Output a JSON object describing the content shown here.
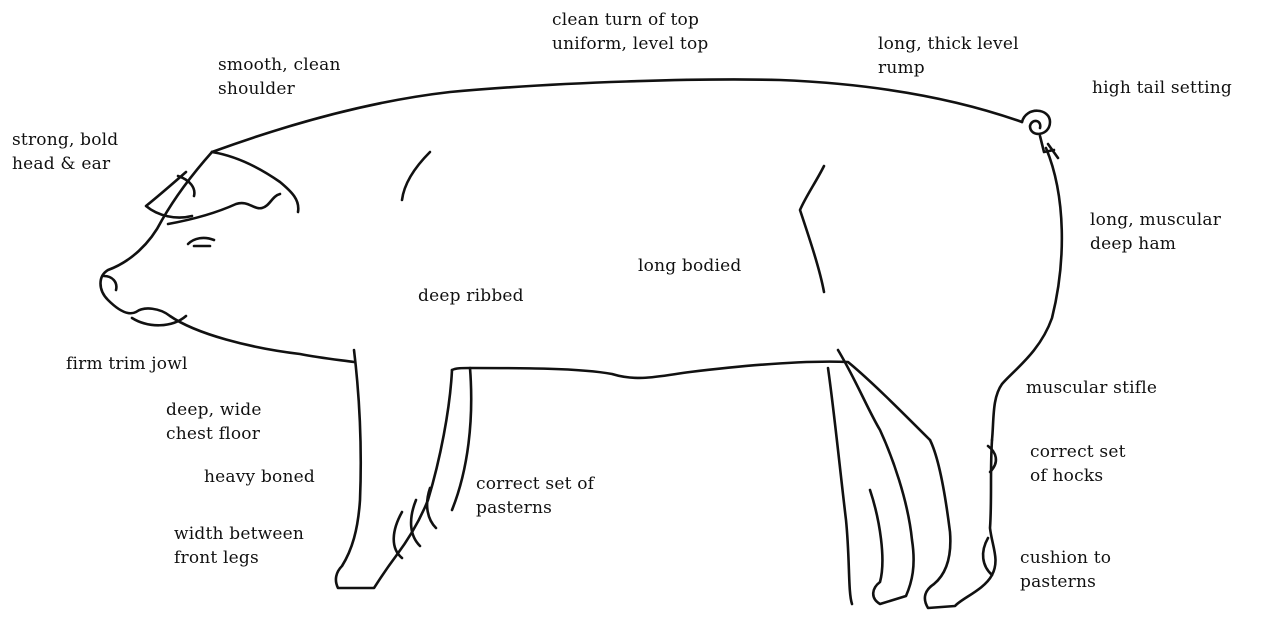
{
  "diagram": {
    "labels": {
      "top_line": [
        "clean turn of top",
        "uniform, level top"
      ],
      "shoulder": [
        "smooth, clean",
        "shoulder"
      ],
      "rump": [
        "long, thick level",
        "rump"
      ],
      "tail": [
        "high tail setting"
      ],
      "head": [
        "strong, bold",
        "head & ear"
      ],
      "ham": [
        "long, muscular",
        "deep ham"
      ],
      "body": [
        "long bodied"
      ],
      "ribs": [
        "deep ribbed"
      ],
      "jowl": [
        "firm trim jowl"
      ],
      "stifle": [
        "muscular stifle"
      ],
      "chest": [
        "deep, wide",
        "chest floor"
      ],
      "hocks": [
        "correct set",
        "of hocks"
      ],
      "bone": [
        "heavy boned"
      ],
      "front_pasterns": [
        "correct set of",
        "pasterns"
      ],
      "front_width": [
        "width between",
        "front legs"
      ],
      "rear_pasterns": [
        "cushion to",
        "pasterns"
      ]
    }
  }
}
